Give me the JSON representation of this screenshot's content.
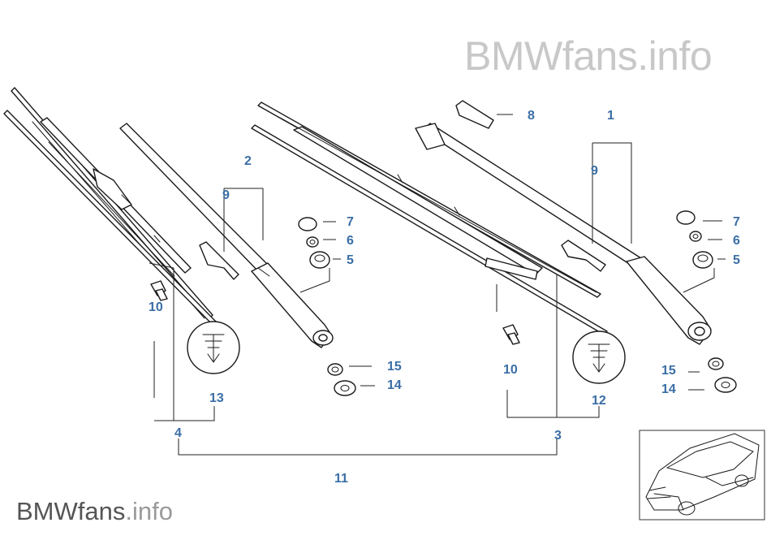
{
  "watermark": {
    "top": {
      "brand": "BMWfans",
      "suffix": ".info"
    },
    "bottom": {
      "brand": "BMWfans",
      "suffix": ".info"
    }
  },
  "colors": {
    "callout": "#3a6ea5",
    "line": "#1a1a1a",
    "watermark_light": "#c8c8c8",
    "watermark_dark": "#555555"
  },
  "callouts": {
    "c1": "1",
    "c2": "2",
    "c3": "3",
    "c4": "4",
    "c5a": "5",
    "c5b": "5",
    "c6a": "6",
    "c6b": "6",
    "c7a": "7",
    "c7b": "7",
    "c8": "8",
    "c9a": "9",
    "c9b": "9",
    "c10a": "10",
    "c10b": "10",
    "c11": "11",
    "c12": "12",
    "c13": "13",
    "c14a": "14",
    "c14b": "14",
    "c15a": "15",
    "c15b": "15"
  },
  "icons": {
    "car_thumbnail": "sedan-car-icon",
    "fir_tree_clip": "fir-tree-clip-icon"
  }
}
